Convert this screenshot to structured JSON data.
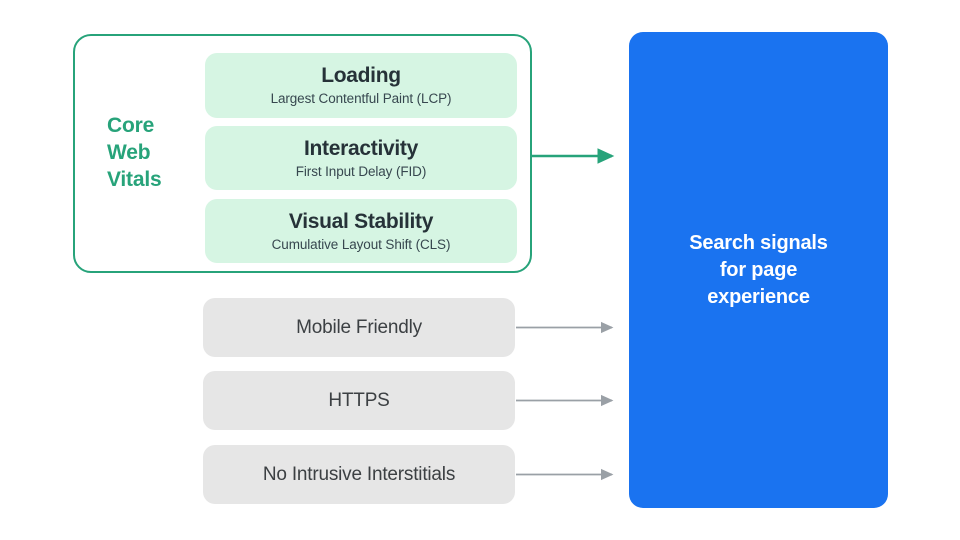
{
  "diagram": {
    "title": "Search signals for page experience",
    "colors": {
      "green_accent": "#27a37a",
      "green_pill_bg": "#d6f5e3",
      "gray_box_bg": "#e6e6e6",
      "blue_box_bg": "#1a73f0",
      "arrow_gray": "#9aa0a6",
      "text_dark": "#3c4043",
      "text_white": "#ffffff"
    }
  },
  "core_web_vitals": {
    "label": "Core\nWeb\nVitals",
    "metrics": [
      {
        "title": "Loading",
        "subtitle": "Largest Contentful Paint (LCP)"
      },
      {
        "title": "Interactivity",
        "subtitle": "First Input Delay (FID)"
      },
      {
        "title": "Visual Stability",
        "subtitle": "Cumulative Layout Shift (CLS)"
      }
    ]
  },
  "other_signals": [
    {
      "label": "Mobile Friendly"
    },
    {
      "label": "HTTPS"
    },
    {
      "label": "No Intrusive Interstitials"
    }
  ],
  "destination": {
    "text": "Search signals\nfor page\nexperience"
  },
  "arrows": [
    {
      "name": "core-web-vitals-arrow",
      "color": "#27a37a"
    },
    {
      "name": "mobile-friendly-arrow",
      "color": "#9aa0a6"
    },
    {
      "name": "https-arrow",
      "color": "#9aa0a6"
    },
    {
      "name": "no-intrusive-interstitials-arrow",
      "color": "#9aa0a6"
    }
  ]
}
